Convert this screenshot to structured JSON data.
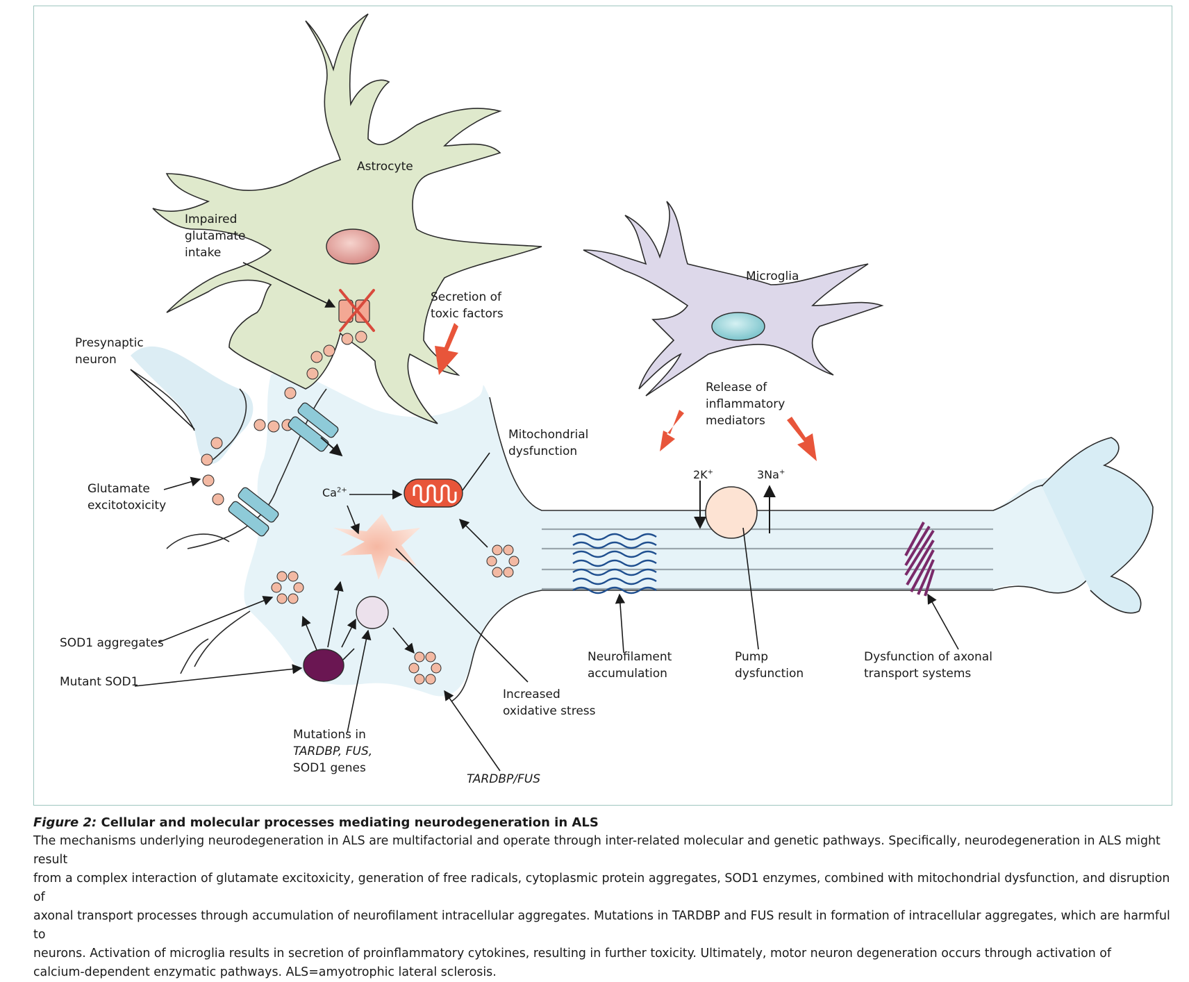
{
  "labels": {
    "astrocyte": "Astrocyte",
    "impaired_glutamate": [
      "Impaired",
      "glutamate",
      "intake"
    ],
    "secretion": [
      "Secretion of",
      "toxic factors"
    ],
    "microglia": "Microglia",
    "presynaptic": [
      "Presynaptic",
      "neuron"
    ],
    "release": [
      "Release of",
      "inflammatory",
      "mediators"
    ],
    "mitochondrial": [
      "Mitochondrial",
      "dysfunction"
    ],
    "glutamate_excitotoxicity": [
      "Glutamate",
      "excitotoxicity"
    ],
    "ca_base": "Ca",
    "ca_sup": "2+",
    "k_base": "2K",
    "k_sup": "+",
    "na_base": "3Na",
    "na_sup": "+",
    "sod1_aggregates": "SOD1 aggregates",
    "mutant_sod1": "Mutant SOD1",
    "neurofilament": [
      "Neurofilament",
      "accumulation"
    ],
    "pump": [
      "Pump",
      "dysfunction"
    ],
    "axonal": [
      "Dysfunction of axonal",
      "transport systems"
    ],
    "oxidative": [
      "Increased",
      "oxidative stress"
    ],
    "mutations_line1": "Mutations in",
    "mutations_line2": "TARDBP, FUS,",
    "mutations_line3": "SOD1 genes",
    "tardbp_fus": "TARDBP/FUS"
  },
  "caption": {
    "figure_number": "Figure 2:",
    "title": " Cellular and molecular processes mediating neurodegeneration in ALS",
    "lines": [
      "The mechanisms underlying neurodegeneration in ALS are multifactorial and operate through inter-related molecular and genetic pathways. Specifically, neurodegeneration in ALS might result",
      "from a complex interaction of glutamate excitoxicity, generation of free radicals, cytoplasmic protein aggregates, SOD1 enzymes, combined with mitochondrial dysfunction, and disruption of",
      "axonal transport processes through accumulation of neurofilament intracellular aggregates. Mutations in TARDBP and FUS result in formation of intracellular aggregates, which are harmful to",
      "neurons. Activation of microglia results in secretion of proinflammatory cytokines, resulting in further toxicity. Ultimately, motor neuron degeneration occurs through activation of",
      "calcium-dependent enzymatic pathways. ALS=amyotrophic lateral sclerosis."
    ]
  },
  "colors": {
    "astrocyte": "#dfe9cc",
    "microglia": "#ddd8ea",
    "neuron": "#e6f3f8",
    "axon": "#d8edf5",
    "outline": "#2b2b2b",
    "arrow_red": "#e8553a",
    "dot": "#f3b9a3",
    "channel": "#8ecad8",
    "mutant_sod1": "#6a1652",
    "hatch": "#7a2a6a",
    "neurofilament": "#1f4f8f",
    "frame": "#9ec6bf"
  }
}
